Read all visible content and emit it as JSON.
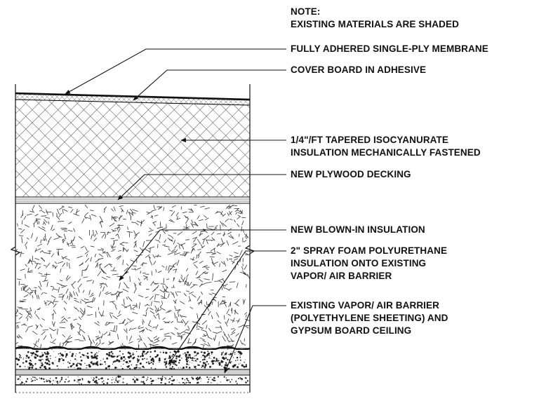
{
  "note": {
    "heading": "NOTE:",
    "text": "EXISTING MATERIALS ARE SHADED"
  },
  "callouts": [
    {
      "id": "membrane",
      "lines": [
        "FULLY ADHERED SINGLE-PLY MEMBRANE"
      ]
    },
    {
      "id": "cover-board",
      "lines": [
        "COVER BOARD IN ADHESIVE"
      ]
    },
    {
      "id": "tapered-insulation",
      "lines": [
        "1/4\"/FT TAPERED ISOCYANURATE",
        "INSULATION MECHANICALLY FASTENED"
      ]
    },
    {
      "id": "plywood-decking",
      "lines": [
        "NEW PLYWOOD DECKING"
      ]
    },
    {
      "id": "blown-in-insulation",
      "lines": [
        "NEW BLOWN-IN INSULATION"
      ]
    },
    {
      "id": "spray-foam",
      "lines": [
        "2\" SPRAY FOAM POLYURETHANE",
        "INSULATION ONTO EXISTING",
        "VAPOR/ AIR BARRIER"
      ]
    },
    {
      "id": "vapor-barrier",
      "lines": [
        "EXISTING VAPOR/ AIR BARRIER",
        "(POLYETHYLENE SHEETING) AND",
        "GYPSUM BOARD CEILING"
      ]
    }
  ],
  "colors": {
    "line": "#111111",
    "background": "#ffffff",
    "shade": "#bdbdbd"
  }
}
